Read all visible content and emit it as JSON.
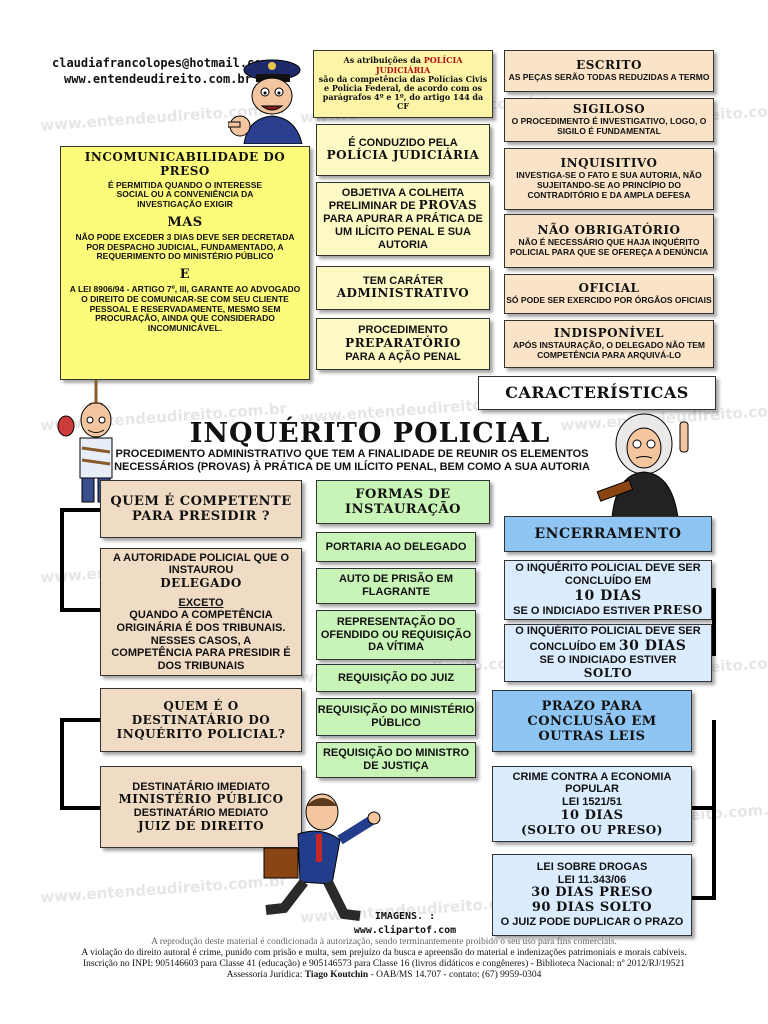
{
  "header": {
    "email": "claudiafrancolopes@hotmail.com",
    "website": "www.entendeudireito.com.br",
    "watermark": "www.entendeudireito.com.br"
  },
  "note_box": {
    "line1_a": "As atribuições da ",
    "line1_b": "POLÍCIA JUDICIÁRIA",
    "rest": "são da competência das Polícias Civis e Polícia Federal, de acordo com os parágrafos 4º e 1º, do artigo 144 da CF"
  },
  "incomunicabilidade": {
    "title": "INCOMUNICABILIDADE DO PRESO",
    "text1": "É PERMITIDA QUANDO O INTERESSE SOCIAL OU A CONVENIÊNCIA DA INVESTIGAÇÃO EXIGIR",
    "mas": "MAS",
    "text2": "NÃO PODE EXCEDER 3 DIAS DEVE SER DECRETADA POR DESPACHO JUDICIAL, FUNDAMENTADO, A REQUERIMENTO DO MINISTÉRIO PÚBLICO",
    "e": "E",
    "text3": "A LEI 8906/94 - ARTIGO 7º, III, GARANTE AO ADVOGADO O DIREITO DE COMUNICAR-SE COM SEU CLIENTE PESSOAL E RESERVADAMENTE, MESMO SEM PROCURAÇÃO, AINDA QUE CONSIDERADO INCOMUNICÁVEL."
  },
  "center_boxes": {
    "conduzido_pre": "É CONDUZIDO PELA",
    "conduzido_title": "POLÍCIA JUDICIÁRIA",
    "objetiva_a": "OBJETIVA A COLHEITA PRELIMINAR DE ",
    "objetiva_b": "PROVAS",
    "objetiva_c": "PARA APURAR A PRÁTICA DE UM ILÍCITO PENAL E SUA AUTORIA",
    "carater_pre": "TEM CARÁTER",
    "carater_title": "ADMINISTRATIVO",
    "proc_pre": "PROCEDIMENTO",
    "proc_title": "PREPARATÓRIO",
    "proc_post": "PARA A AÇÃO PENAL"
  },
  "characteristics": [
    {
      "title": "ESCRITO",
      "text": "AS PEÇAS SERÃO TODAS REDUZIDAS A TERMO"
    },
    {
      "title": "SIGILOSO",
      "text": "O PROCEDIMENTO É INVESTIGATIVO, LOGO, O SIGILO É FUNDAMENTAL"
    },
    {
      "title": "INQUISITIVO",
      "text": "INVESTIGA-SE O FATO E SUA AUTORIA, NÃO SUJEITANDO-SE AO PRINCÍPIO DO CONTRADITÓRIO E DA AMPLA DEFESA"
    },
    {
      "title": "NÃO OBRIGATÓRIO",
      "text": "NÃO É NECESSÁRIO QUE HAJA INQUÉRITO POLICIAL PARA QUE SE OFEREÇA A DENÚNCIA"
    },
    {
      "title": "OFICIAL",
      "text": "SÓ PODE SER EXERCIDO POR ÓRGÃOS OFICIAIS"
    },
    {
      "title": "INDISPONÍVEL",
      "text": "APÓS INSTAURAÇÃO, O DELEGADO NÃO TEM COMPETÊNCIA PARA ARQUIVÁ-LO"
    }
  ],
  "caracteristicas_label": "CARACTERÍSTICAS",
  "main_title": "INQUÉRITO POLICIAL",
  "definition": "PROCEDIMENTO ADMINISTRATIVO QUE TEM A FINALIDADE DE REUNIR OS ELEMENTOS NECESSÁRIOS (PROVAS) À PRÁTICA DE UM ILÍCITO PENAL, BEM COMO A SUA AUTORIA",
  "competente": {
    "title": "QUEM É COMPETENTE PARA PRESIDIR ?",
    "text1": "A AUTORIDADE POLICIAL QUE O INSTAUROU",
    "delegado": "DELEGADO",
    "exceto": "EXCETO",
    "text2": "QUANDO A COMPETÊNCIA ORIGINÁRIA É DOS TRIBUNAIS. NESSES CASOS, A COMPETÊNCIA PARA PRESIDIR É DOS TRIBUNAIS"
  },
  "destinatario": {
    "title": "QUEM É O DESTINATÁRIO DO INQUÉRITO POLICIAL?",
    "imediato": "DESTINATÁRIO IMEDIATO",
    "mp": "MINISTÉRIO PÚBLICO",
    "mediato": "DESTINATÁRIO MEDIATO",
    "juiz": "JUIZ DE DIREITO"
  },
  "formas": {
    "title": "FORMAS DE INSTAURAÇÃO",
    "items": [
      "PORTARIA AO DELEGADO",
      "AUTO DE PRISÃO EM FLAGRANTE",
      "REPRESENTAÇÃO DO OFENDIDO OU REQUISIÇÃO DA VÍTIMA",
      "REQUISIÇÃO DO JUIZ",
      "REQUISIÇÃO DO MINISTÉRIO PÚBLICO",
      "REQUISIÇÃO DO MINISTRO DE JUSTIÇA"
    ]
  },
  "encerramento": {
    "title": "ENCERRAMENTO",
    "box1_a": "O INQUÉRITO POLICIAL DEVE SER CONCLUÍDO EM",
    "box1_days": "10 DIAS",
    "box1_b": "SE O INDICIADO ESTIVER ",
    "box1_status": "PRESO",
    "box2_a": "O INQUÉRITO POLICIAL DEVE SER CONCLUÍDO EM ",
    "box2_days": "30 DIAS",
    "box2_b": "SE O INDICIADO ESTIVER",
    "box2_status": "SOLTO"
  },
  "prazo": {
    "title": "PRAZO PARA CONCLUSÃO EM OUTRAS LEIS",
    "econ_a": "CRIME CONTRA A ECONOMIA POPULAR",
    "econ_b": "LEI 1521/51",
    "econ_days": "10 DIAS",
    "econ_c": "(SOLTO OU PRESO)",
    "drogas_a": "LEI SOBRE DROGAS",
    "drogas_b": "LEI 11.343/06",
    "drogas_c": "30 DIAS PRESO",
    "drogas_d": "90 DIAS SOLTO",
    "drogas_e": "O JUIZ PODE DUPLICAR O PRAZO"
  },
  "credits": {
    "imagens": "IMAGENS. :",
    "url": "www.clipartof.com"
  },
  "footer": {
    "line1": "A reprodução deste material é condicionada à autorização, sendo terminantemente proibido o seu uso para fins comerciais.",
    "line2": "A violação do direito autoral é crime, punido com prisão e multa, sem prejuízo da busca e apreensão do material e indenizações patrimoniais e morais cabíveis.",
    "line3": "Inscrição no INPI: 905146603 para Classe 41 (educação) e 905146573 para Classe 16 (livros didáticos e congêneres) - Biblioteca Nacional: nº 2012/RJ/19521",
    "line4_a": "Assessoria Jurídica: ",
    "line4_b": "Tiago Koutchin",
    "line4_c": " - OAB/MS 14.707 - contato: (67) 9959-0304"
  },
  "colors": {
    "peach": "#fbe3c8",
    "yellow": "#fdfb7a",
    "green": "#c9f4b8",
    "blue_light": "#dcecff",
    "blue_dark": "#8ec5f3",
    "tan": "#f0dcc5"
  },
  "icons": [
    "police-officer-illustration",
    "hanged-man-illustration",
    "judge-illustration",
    "running-man-illustration"
  ]
}
